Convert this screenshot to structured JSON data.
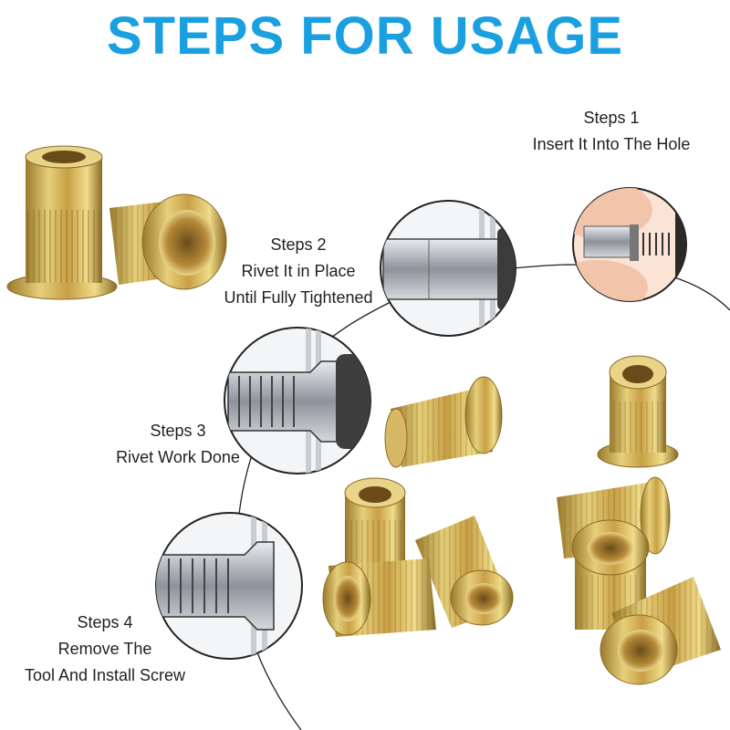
{
  "title": "STEPS FOR USAGE",
  "colors": {
    "title": "#1aa0e0",
    "brass_light": "#e6cf7a",
    "brass_dark": "#9a7a2c",
    "steel": "#8c939b"
  },
  "steps": [
    {
      "label": "Steps 1",
      "lines": [
        "Insert It Into The Hole"
      ]
    },
    {
      "label": "Steps 2",
      "lines": [
        "Rivet It in Place",
        "Until Fully Tightened"
      ]
    },
    {
      "label": "Steps 3",
      "lines": [
        "Rivet Work Done"
      ]
    },
    {
      "label": "Steps 4",
      "lines": [
        "Remove The",
        "Tool And Install Screw"
      ]
    }
  ]
}
